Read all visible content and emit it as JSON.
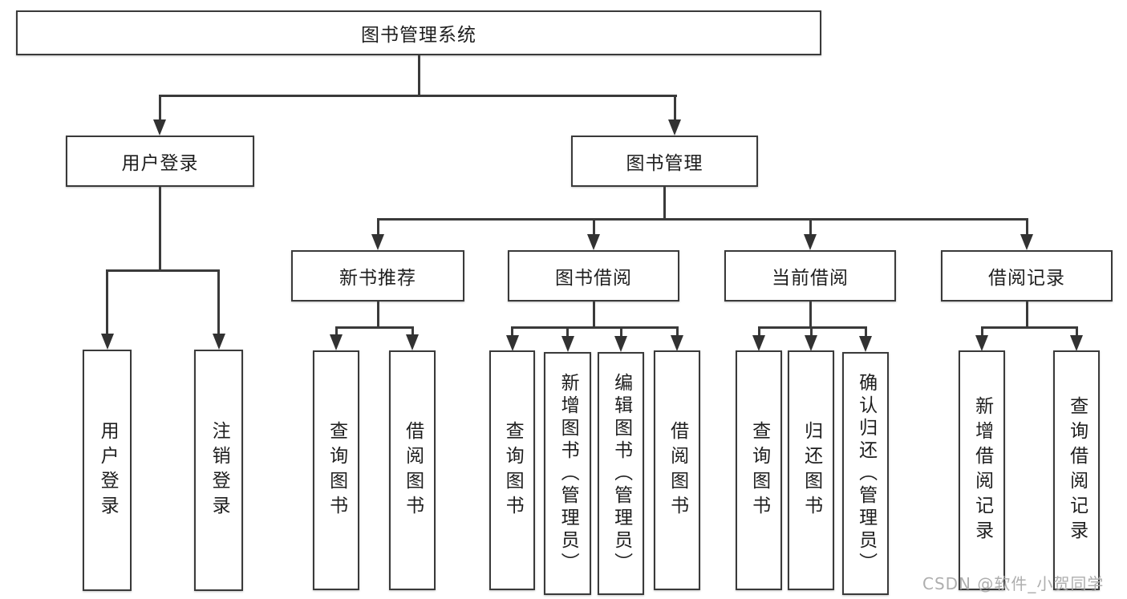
{
  "diagram": {
    "root": {
      "label": "图书管理系统"
    },
    "level2": [
      {
        "id": "user-login",
        "label": "用户登录"
      },
      {
        "id": "book-management",
        "label": "图书管理"
      }
    ],
    "level3": [
      {
        "id": "new-book-recommend",
        "label": "新书推荐"
      },
      {
        "id": "book-borrow",
        "label": "图书借阅"
      },
      {
        "id": "current-borrow",
        "label": "当前借阅"
      },
      {
        "id": "borrow-records",
        "label": "借阅记录"
      }
    ],
    "leaves": {
      "user_login": [
        "用户登录",
        "注销登录"
      ],
      "new_book_recommend": [
        "查询图书",
        "借阅图书"
      ],
      "book_borrow": [
        "查询图书",
        "新增图书（管理员）",
        "编辑图书（管理员）",
        "借阅图书"
      ],
      "current_borrow": [
        "查询图书",
        "归还图书",
        "确认归还（管理员）"
      ],
      "borrow_records": [
        "新增借阅记录",
        "查询借阅记录"
      ]
    }
  },
  "watermark": {
    "text": "CSDN @软件_小贺同学"
  },
  "colors": {
    "line": "#3a3a3a",
    "arrow": "#323232",
    "text": "#1e1e1e",
    "watermark": "#aaaaaa",
    "background": "#ffffff"
  }
}
